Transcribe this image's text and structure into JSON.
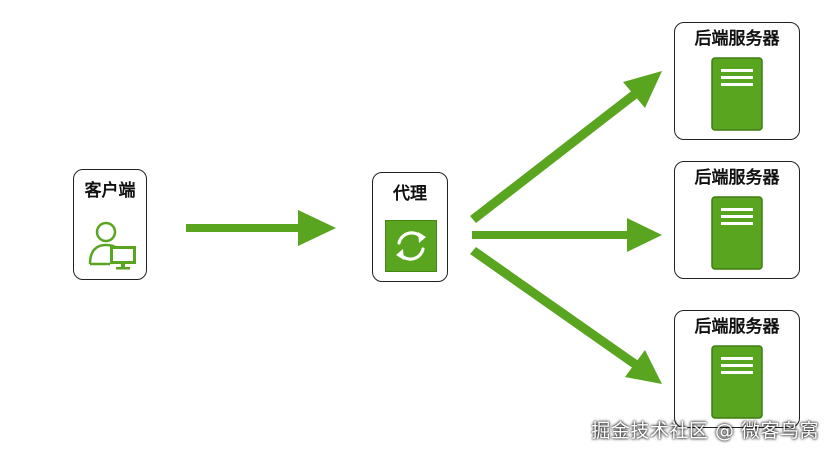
{
  "colors": {
    "accent": "#5aa520",
    "accent_dark": "#3f7d10",
    "border": "#222222"
  },
  "client": {
    "label": "客户端",
    "icon": "user-computer-icon"
  },
  "proxy": {
    "label": "代理",
    "icon": "refresh-icon"
  },
  "servers": [
    {
      "label": "后端服务器",
      "icon": "server-icon"
    },
    {
      "label": "后端服务器",
      "icon": "server-icon"
    },
    {
      "label": "后端服务器",
      "icon": "server-icon"
    }
  ],
  "watermark": {
    "text": "掘金技术社区 @ 微客鸟窝"
  }
}
